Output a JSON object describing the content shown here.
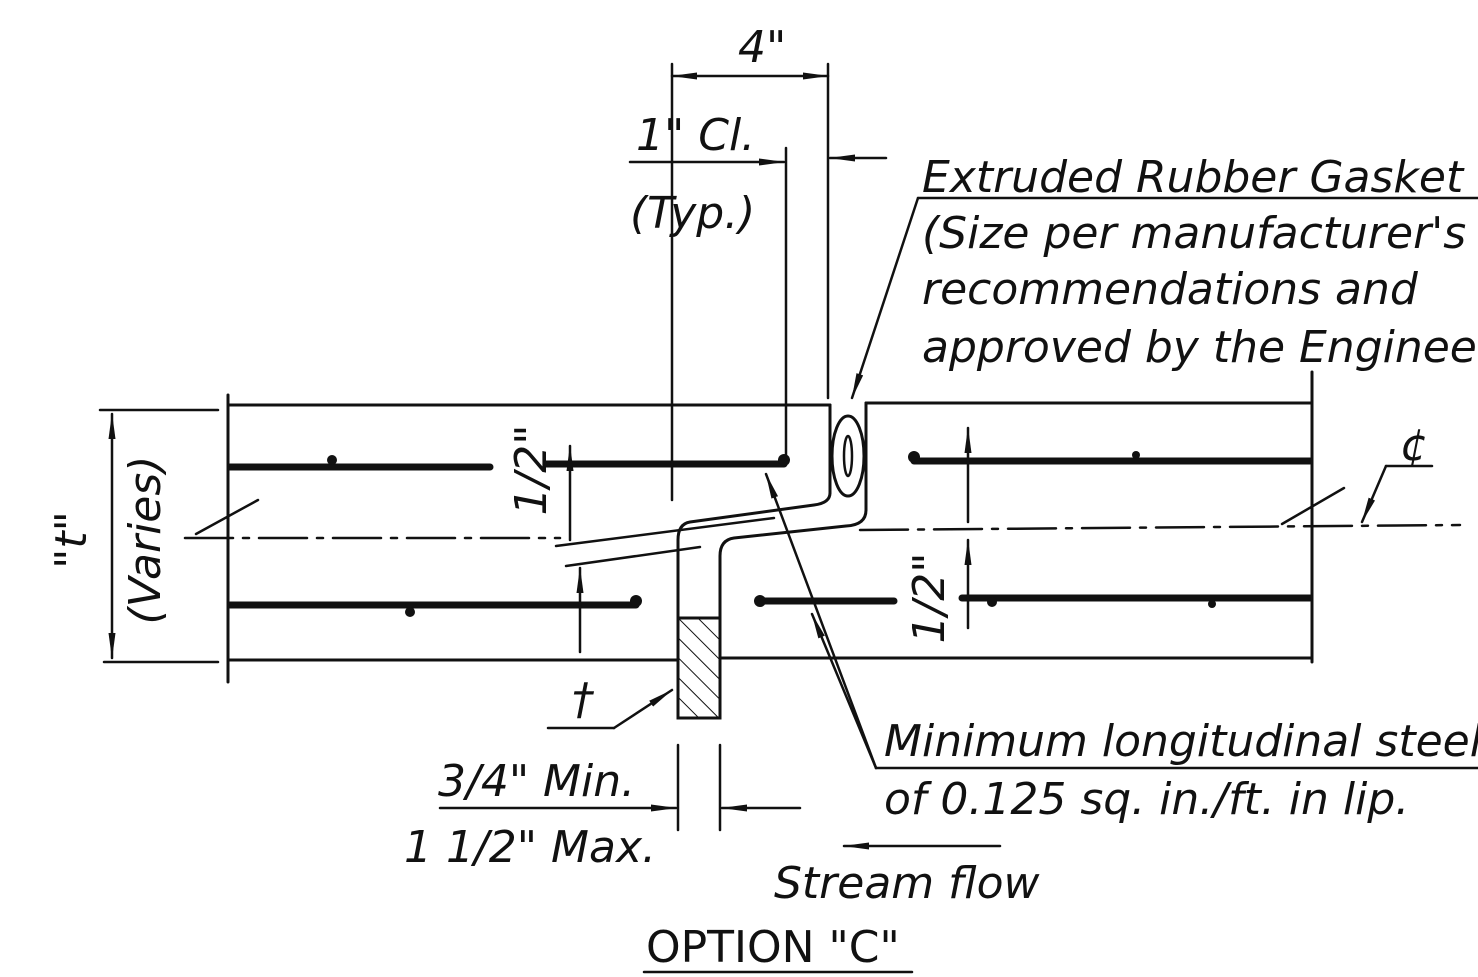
{
  "title": "OPTION \"C\"",
  "dimensions": {
    "total_width": "4\"",
    "clearance": "1\" Cl.",
    "clearance_note": "(Typ.)",
    "cover_top": "1/2\"",
    "cover_bottom": "1/2\"",
    "thickness_symbol": "\"t\"",
    "thickness_note": "(Varies)",
    "plate_thickness_symbol": "†",
    "plate_min": "3/4\" Min.",
    "plate_max": "1 1/2\" Max.",
    "centerline_symbol": "¢"
  },
  "notes": {
    "gasket": [
      "Extruded Rubber Gasket",
      "(Size per manufacturer's",
      "recommendations and",
      "approved by the Engineer"
    ],
    "steel": [
      "Minimum longitudinal steel",
      "of 0.125 sq. in./ft.   in lip."
    ],
    "flow": "Stream flow"
  }
}
